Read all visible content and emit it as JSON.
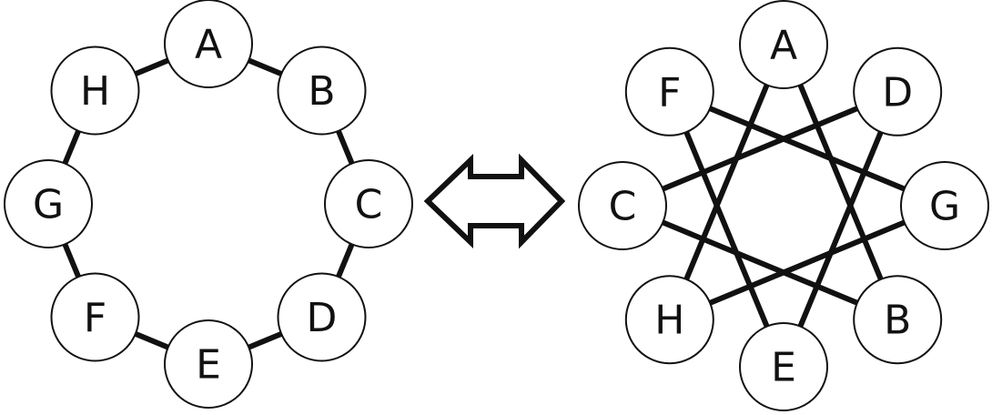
{
  "left_graph": {
    "nodes": [
      "A",
      "B",
      "C",
      "D",
      "E",
      "F",
      "G",
      "H"
    ],
    "edges": [
      [
        "A",
        "B"
      ],
      [
        "B",
        "C"
      ],
      [
        "C",
        "D"
      ],
      [
        "D",
        "E"
      ],
      [
        "E",
        "F"
      ],
      [
        "F",
        "G"
      ],
      [
        "G",
        "H"
      ],
      [
        "H",
        "A"
      ]
    ]
  },
  "right_graph": {
    "nodes": [
      "A",
      "D",
      "G",
      "B",
      "E",
      "H",
      "C",
      "F"
    ],
    "edges": [
      [
        "A",
        "B"
      ],
      [
        "B",
        "C"
      ],
      [
        "C",
        "D"
      ],
      [
        "D",
        "E"
      ],
      [
        "E",
        "F"
      ],
      [
        "F",
        "G"
      ],
      [
        "G",
        "H"
      ],
      [
        "H",
        "A"
      ]
    ]
  },
  "colors": {
    "edge": "#111111",
    "node_fill": "#ffffff",
    "node_stroke": "#111111",
    "label": "#111111"
  },
  "arrow": {
    "kind": "double-headed-arrow"
  }
}
